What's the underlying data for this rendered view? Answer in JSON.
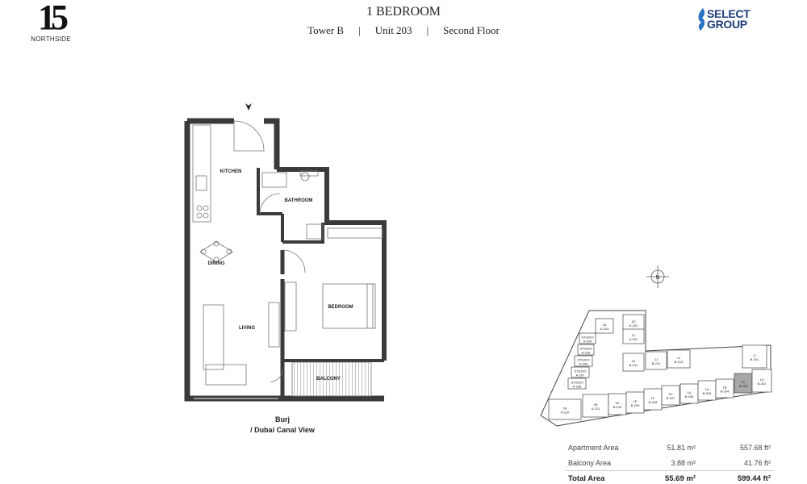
{
  "brand": {
    "project_logo_number": "15",
    "project_logo_name": "NORTHSIDE",
    "developer_logo": "SELECT GROUP"
  },
  "header": {
    "title": "1 BEDROOM",
    "tower": "Tower B",
    "unit": "Unit 203",
    "floor": "Second Floor",
    "separator": "|"
  },
  "floorplan": {
    "rooms": {
      "kitchen": "KITCHEN",
      "bathroom": "BATHROOM",
      "dining": "DINING",
      "living": "LIVING",
      "bedroom": "BEDROOM",
      "balcony": "BALCONY"
    },
    "entrance_icon": "entrance-arrow-icon",
    "view_line1": "Burj",
    "view_line2": "/ Dubai Canal View"
  },
  "compass": {
    "label": "N",
    "icon": "compass-icon"
  },
  "keyplan": {
    "units": [
      {
        "type": "2A",
        "id": "A-203"
      },
      {
        "type": "1D",
        "id": "A-202"
      },
      {
        "type": "1C",
        "id": "A-201"
      },
      {
        "type": "STUDIO",
        "id": "A-204"
      },
      {
        "type": "STUDIO",
        "id": "A-205"
      },
      {
        "type": "STUDIO",
        "id": "A-206"
      },
      {
        "type": "STUDIO",
        "id": "A-207"
      },
      {
        "type": "STUDIO",
        "id": "A-208"
      },
      {
        "type": "2A",
        "id": "A-210"
      },
      {
        "type": "2B",
        "id": "A-211"
      },
      {
        "type": "1K",
        "id": "B-211"
      },
      {
        "type": "1J",
        "id": "B-212"
      },
      {
        "type": "1J",
        "id": "B-213"
      },
      {
        "type": "1E",
        "id": "B-210"
      },
      {
        "type": "1E",
        "id": "B-209"
      },
      {
        "type": "1F",
        "id": "B-208"
      },
      {
        "type": "1G",
        "id": "B-207"
      },
      {
        "type": "1A",
        "id": "B-206"
      },
      {
        "type": "1A",
        "id": "B-205"
      },
      {
        "type": "1B",
        "id": "B-204"
      },
      {
        "type": "1C",
        "id": "B-203"
      },
      {
        "type": "1I",
        "id": "B-201"
      },
      {
        "type": "1H",
        "id": "B-202"
      }
    ],
    "highlighted_unit": "B-203",
    "highlight_color": "#a7a7a7"
  },
  "areas": {
    "rows": [
      {
        "label": "Apartment Area",
        "sqm": "51.81 m²",
        "sqft": "557.68 ft²"
      },
      {
        "label": "Balcony Area",
        "sqm": "3.88 m²",
        "sqft": "41.76 ft²"
      }
    ],
    "total": {
      "label": "Total Area",
      "sqm": "55.69 m²",
      "sqft": "599.44 ft²"
    }
  },
  "colors": {
    "wall": "#3a3a3a",
    "brand_blue": "#1b3f78"
  }
}
